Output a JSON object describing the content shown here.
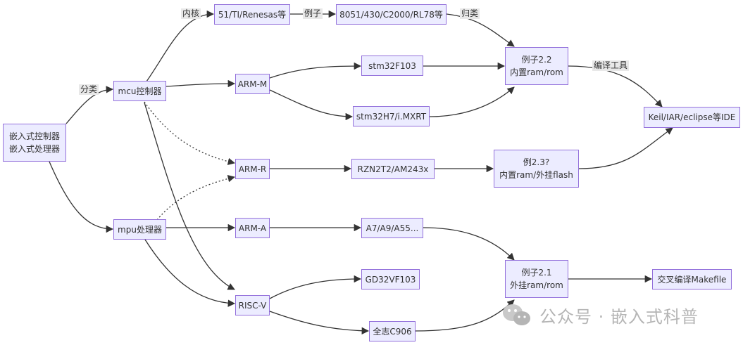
{
  "nodes": {
    "root": [
      "嵌入式控制器",
      "嵌入式处理器"
    ],
    "mcu": "mcu控制器",
    "mpu": "mpu处理器",
    "mcu_core": "51/TI/Renesas等",
    "mcu_core_ex": "8051/430/C2000/RL78等",
    "armm": "ARM-M",
    "armr": "ARM-R",
    "arma": "ARM-A",
    "riscv": "RISC-V",
    "stm32f103": "stm32F103",
    "stm32h7": "stm32H7/i.MXRT",
    "rzn2t2": "RZN2T2/AM243x",
    "a7": "A7/A9/A55...",
    "gd32": "GD32VF103",
    "c906": "全志C906",
    "ex22": [
      "例子2.2",
      "内置ram/rom"
    ],
    "ex23": [
      "例2.3?",
      "内置ram/外挂flash"
    ],
    "ex21": [
      "例子2.1",
      "外挂ram/rom"
    ],
    "ide": "Keil/IAR/eclipse等IDE",
    "makefile": "交叉编译Makefile"
  },
  "edge_labels": {
    "fenlei": "分类",
    "neihe": "内核",
    "lizi": "例子",
    "guilei": "归类",
    "bianyi": "编译工具"
  },
  "watermark": "公众号 · 嵌入式科普",
  "colors": {
    "node_fill": "#ECECFF",
    "node_border": "#9370DB",
    "edge": "#333333",
    "label_bg": "#e8e8e8",
    "watermark": "#b5b5b5"
  }
}
